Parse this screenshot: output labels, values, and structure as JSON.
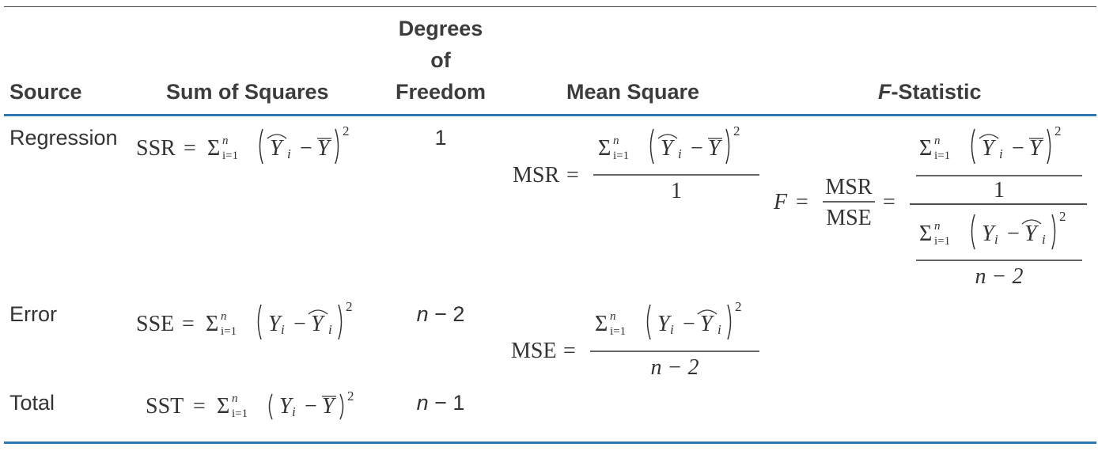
{
  "headers": {
    "source": "Source",
    "sum_of_squares": "Sum of Squares",
    "degrees_of_freedom_lines": [
      "Degrees",
      "of",
      "Freedom"
    ],
    "mean_square": "Mean Square",
    "f_statistic_letter": "F",
    "f_statistic_rest": "-Statistic"
  },
  "rows": {
    "regression": {
      "source": "Regression",
      "ss_lhs": "SSR",
      "df": "1",
      "ms_lhs": "MSR",
      "ms_denominator": "1"
    },
    "error": {
      "source": "Error",
      "ss_lhs": "SSE",
      "df_var": "n",
      "df_rest": " − 2",
      "ms_lhs": "MSE",
      "ms_denominator": "n − 2"
    },
    "total": {
      "source": "Total",
      "ss_lhs": "SST",
      "df_var": "n",
      "df_rest": " − 1"
    }
  },
  "f_statistic": {
    "lhs": "F",
    "ratio_numerator": "MSR",
    "ratio_denominator": "MSE",
    "inner_numerator_denominator": "1",
    "inner_denominator_denominator": "n − 2"
  },
  "symbols": {
    "sigma": "Σ",
    "sum_upper": "n",
    "sum_lower": "i=1",
    "exponent": "2",
    "y_var": "Y",
    "index": "i",
    "equals": "=",
    "minus": "−"
  }
}
